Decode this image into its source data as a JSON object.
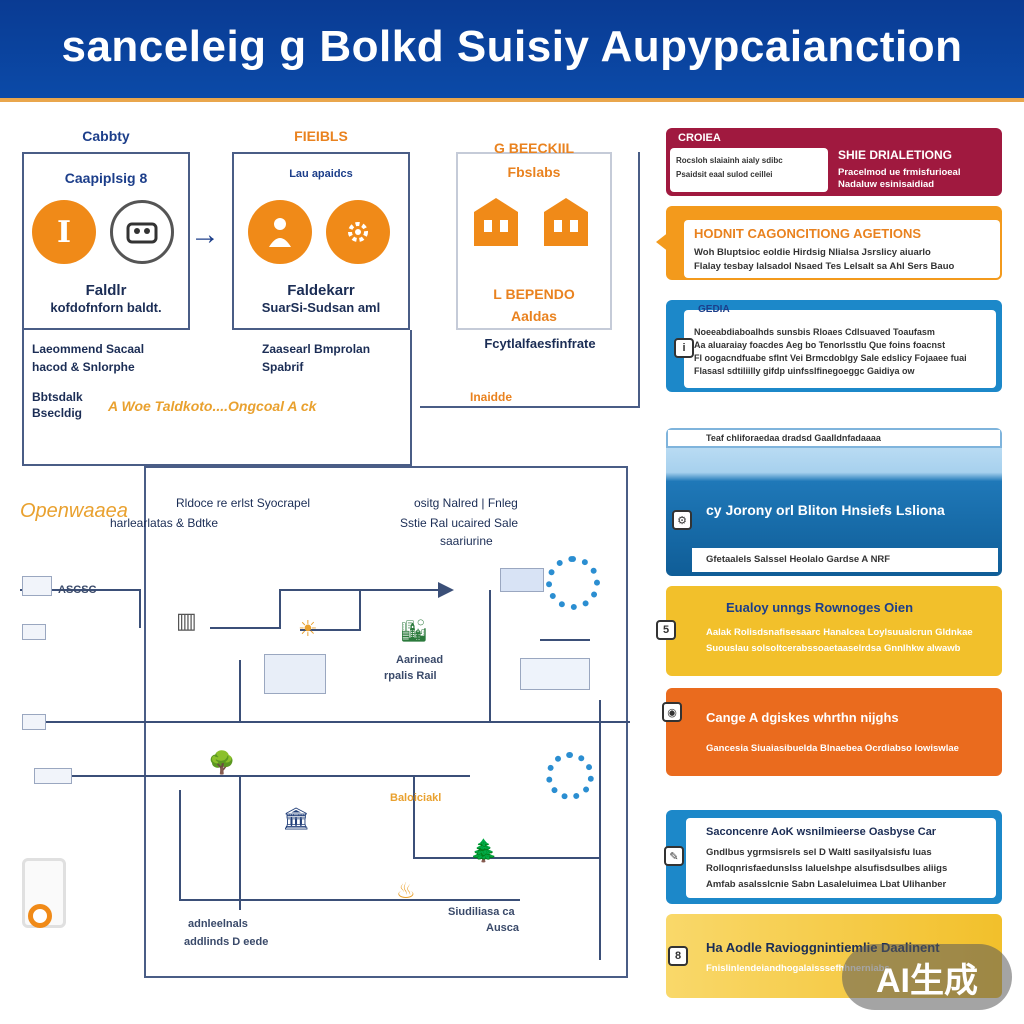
{
  "header": {
    "title": "sanceleig g Bolkd Suisiy Aupypcaianction"
  },
  "colors": {
    "brand": "#0b4aa8",
    "accent": "#f08a18",
    "panel_red": "#a0193f",
    "panel_orange": "#f39a1c",
    "panel_blue": "#1c88c9",
    "panel_yellow": "#f2c02b",
    "panel_deep_orange": "#ea6b1e"
  },
  "steps": [
    {
      "title_1": "Cabbty",
      "title_2": "Caapiplsig  8",
      "circle_1": "I",
      "circle_2_icon": "people-icon",
      "caption_1": "Faldlr",
      "caption_2": "kofdofnforn baldt."
    },
    {
      "title_1": "FIEIBLS",
      "title_2": "Lau apaidcs",
      "circle_1_icon": "person-icon",
      "circle_2_icon": "gear-icon",
      "caption_1": "Faldekarr",
      "caption_2": "SuarSi-Sudsan aml"
    },
    {
      "title_1": "G BEECKIIL",
      "title_2": "Fbslabs",
      "caption_1": "L BEPENDO",
      "caption_2": "Aaldas",
      "caption_3": "Fcytlalfaesfinfrate"
    }
  ],
  "notes": {
    "note_1_line_1": "Laeommend  Sacaal",
    "note_1_line_2": "hacod  &  Snlorphe",
    "note_2_line_1": "Zaasearl   Bmprolan",
    "note_2_line_2": "Spabrif",
    "note_3_line_1": "Bbtsdalk",
    "note_3_line_2": "Bsecldig",
    "note_3_orange": "A  Woe  Taldkoto....Ongcoal  A  ck",
    "note_3_end": "Inaidde"
  },
  "flow": {
    "heading": "Openwaaea",
    "sub_1": "Rldoce  re  erlst  Syocrapel",
    "sub_2": "harlearlatas  &  Bdtke",
    "right_1": "ositg  Nalred  |  Fnleg",
    "right_2": "Sstie  Ral  ucaired  Sale",
    "right_3": "saariurine",
    "nodes": [
      "ASCSC",
      "Baloiciakl",
      "Aarinead",
      "rpalis  Rail",
      "adnleelnals",
      "addlinds  D  eede",
      "Siudiliasa  ca",
      "Ausca"
    ]
  },
  "panels": [
    {
      "tag": "CROIEA",
      "title": "SHIE DRIALETIONG",
      "body_1": "Pracelmod  ue  frmisfurioeal",
      "body_2": "Nadaluw  esinisaidiad",
      "mini_1": "Rocsloh  slaiainh  aialy  sdibc",
      "mini_2": "Psaidsit  eaal  sulod  ceillei"
    },
    {
      "title": "HODNIT CAGONCITIONG AGETIONS",
      "body_1": "Woh  Bluptsioc  eoldie  Hirdsig  Nlialsa  Jsrslicy  aiuarlo",
      "body_2": "Flalay  tesbay  lalsadol  Nsaed  Tes  Lelsalt  sa  Ahl  Sers  Bauo"
    },
    {
      "tag": "GEDIA",
      "body_1": "Noeeabdiaboalhds  sunsbis  Rloaes  Cdlsuaved  Toaufasm",
      "body_2": "Aa  aluaraiay  foacdes  Aeg  bo  Tenorlsstlu  Que  foins  foacnst",
      "body_3": "Fl  oogacndfuabe  sflnt  Vei  Brmcdoblgy  Sale  edslicy  Fojaaee  fuai",
      "body_4": "Flasasl  sdtiliilly  gifdp  uinfsslfinegoeggc  Gaidiya  ow"
    },
    {
      "top": "Teaf  chliforaedaa  dradsd  Gaalldnfadaaaa",
      "title": "cy  Jorony  orl  Bliton  Hnsiefs  Lsliona",
      "bottom": "Gfetaalels  Salssel  Heolalo  Gardse  A  NRF"
    },
    {
      "title": "Eualoy  unngs  Rownoges  Oien",
      "body_1": "Aalak  Rolisdsnafisesaarc  Hanalcea  Loylsuuaicrun  Gldnkae",
      "body_2": "Suouslau  solsoltcerabssoaetaaselrdsa  Gnnlhkw  alwawb"
    },
    {
      "title": "Cange  A  dgiskes  whrthn  nijghs",
      "body_1": "Gancesia  Siuaiasibuelda  Blnaebea  Ocrdiabso  lowiswlae"
    },
    {
      "title": "Saconcenre  AoK  wsnilmieerse  Oasbyse  Car",
      "body_1": "Gndlbus  ygrmsisrels  sel  D  Waltl  sasilyalsisfu  luas",
      "body_2": "Rolloqnrisfaedunslss  laluelshpe  alsufisdsulbes  aliigs",
      "body_3": "Amfab  asalsslcnie  Sabn  Lasaleluimea  Lbat  Ulihanber"
    },
    {
      "title": "Ha  Aodle  Ravioggnintiemlie  Daalinent",
      "body_1": "Fnislinlendeiandhogalaisssefhhnerniabs"
    }
  ],
  "watermark": "AI生成"
}
